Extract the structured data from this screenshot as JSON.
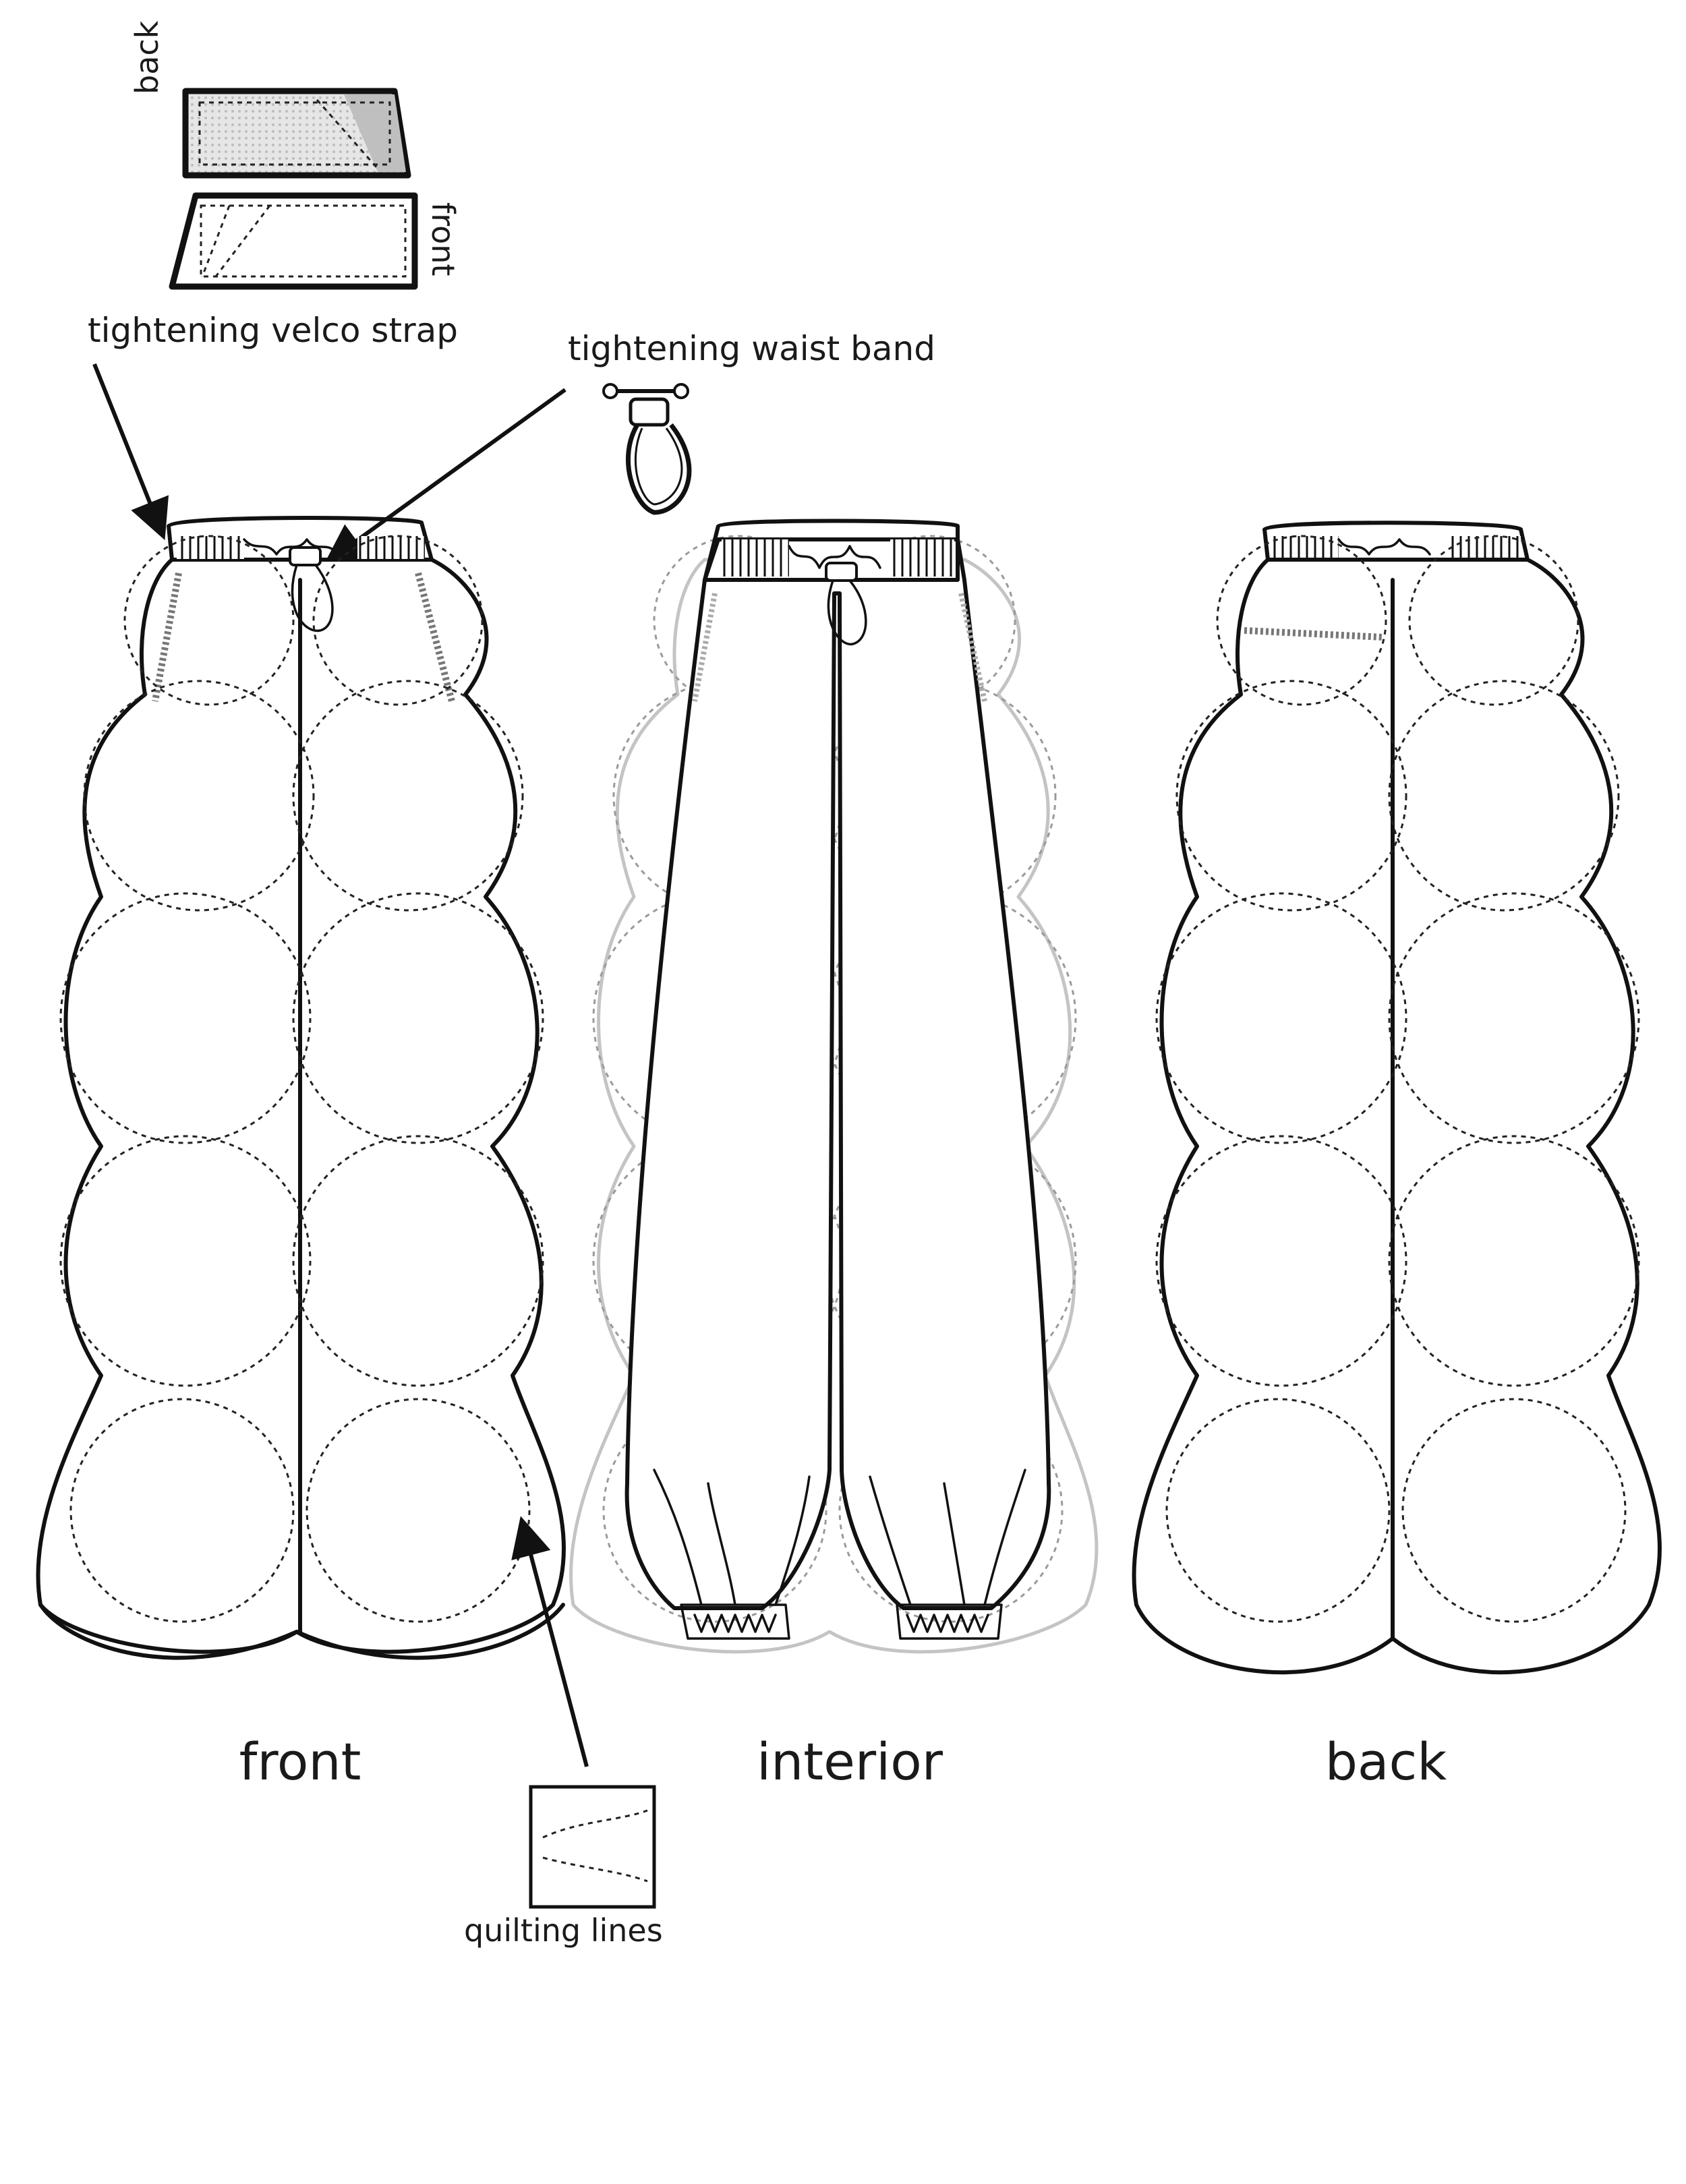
{
  "callouts": {
    "velcro_strap": "tightening velco strap",
    "waist_band": "tightening waist band",
    "strap_back": "back",
    "strap_front": "front",
    "quilting_lines": "quilting lines"
  },
  "views": [
    {
      "id": "front",
      "label": "front"
    },
    {
      "id": "interior",
      "label": "interior"
    },
    {
      "id": "back",
      "label": "back"
    }
  ],
  "colors": {
    "line": "#111111",
    "ghost_outline": "#c4c4c4",
    "velcro_gray": "#c8c8c8"
  }
}
